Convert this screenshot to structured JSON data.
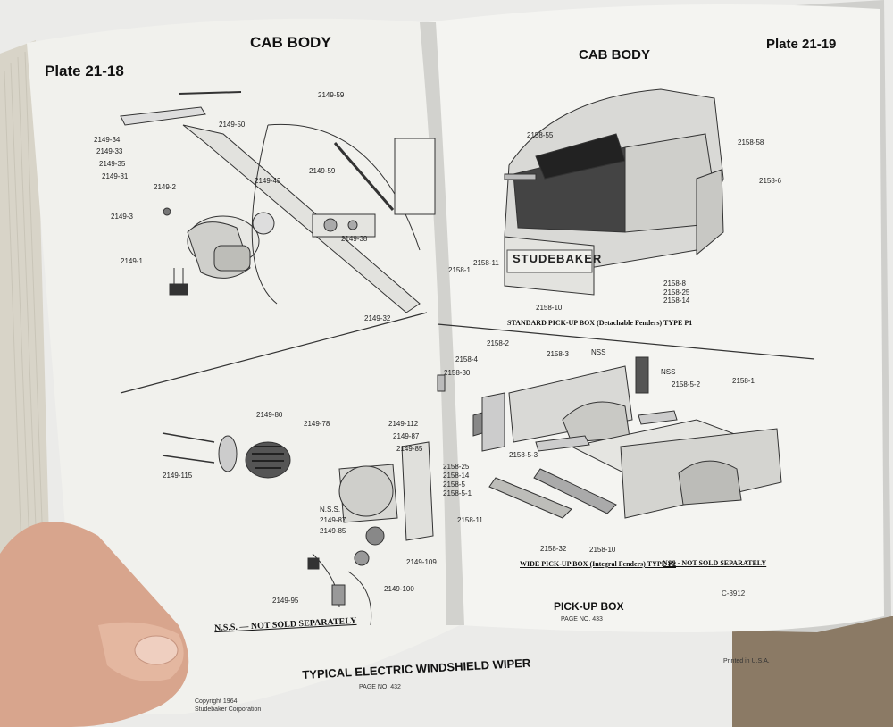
{
  "left_page": {
    "plate": "Plate 21-18",
    "header": "CAB BODY",
    "section_title": "TYPICAL ELECTRIC WINDSHIELD WIPER",
    "page_no": "PAGE NO. 432",
    "nss_note": "N.S.S. — NOT SOLD SEPARATELY",
    "copyright_line1": "Copyright 1964",
    "copyright_line2": "Studebaker Corporation",
    "callouts": [
      "2149-59",
      "2149-50",
      "2149-34",
      "2149-33",
      "2149-35",
      "2149-31",
      "2149-43",
      "2149-59",
      "2149-2",
      "2149-3",
      "2149-38",
      "2149-1",
      "2149-32",
      "2149-80",
      "2149-78",
      "2149-115",
      "2149-112",
      "2149-87",
      "2149-85",
      "N.S.S.",
      "2149-87",
      "2149-85",
      "2149-95",
      "2149-100",
      "2149-109"
    ]
  },
  "right_page": {
    "plate": "Plate 21-19",
    "header": "CAB BODY",
    "fig1_caption": "STANDARD PICK-UP BOX (Detachable Fenders) TYPE P1",
    "fig2_caption": "WIDE PICK-UP BOX (Integral Fenders) TYPE P2",
    "nss_note": "NSS - NOT SOLD SEPARATELY",
    "section_title": "PICK-UP BOX",
    "page_no": "PAGE NO. 433",
    "printed": "Printed in U.S.A.",
    "plate_code": "C-3912",
    "tailgate_text": "STUDEBAKER",
    "callouts_fig1": [
      "2158-55",
      "2158-58",
      "2158-6",
      "2158-1",
      "2158-11",
      "2158-8",
      "2158-25",
      "2158-14",
      "2158-10"
    ],
    "callouts_fig2": [
      "2158-2",
      "2158-3",
      "NSS",
      "NSS",
      "2158-1",
      "2158-30",
      "2158-4",
      "2158-5-2",
      "2158-25",
      "2158-14",
      "2158-5",
      "2158-5-1",
      "2158-5-3",
      "2158-11",
      "2158-32",
      "2158-10"
    ]
  },
  "colors": {
    "paper": "#f2f2ee",
    "ink": "#1a1a1a",
    "skin": "#d9a48c",
    "background": "#e9e9e7"
  }
}
